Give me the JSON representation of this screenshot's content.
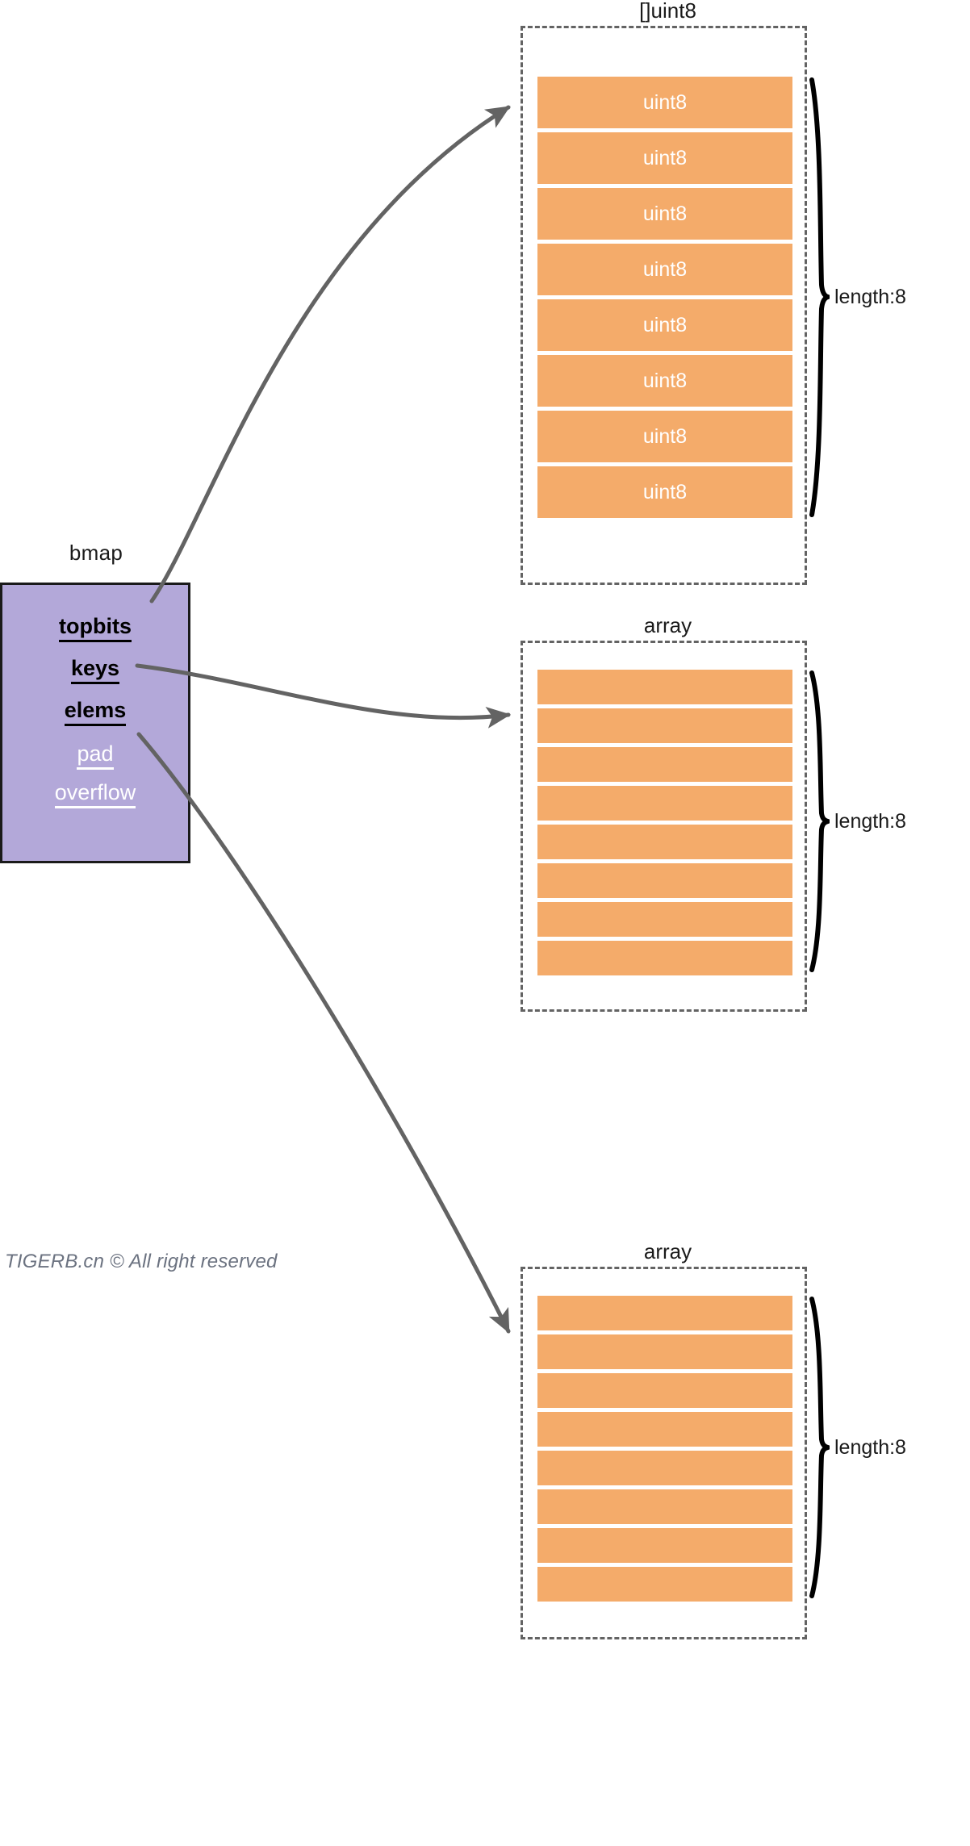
{
  "diagram": {
    "title_semantics": "go-map-bmap-structure",
    "watermark": "TIGERB.cn © All right reserved",
    "colors": {
      "struct_fill": "#b3a8d9",
      "struct_border": "#000000",
      "cell_fill": "#f4ab6a",
      "dashed_border": "#636363",
      "arrow": "#636363",
      "brace": "#000000",
      "watermark_text": "#6b7280"
    }
  },
  "struct": {
    "title": "bmap",
    "fields": [
      {
        "label": "topbits",
        "style": "dark"
      },
      {
        "label": "keys",
        "style": "dark"
      },
      {
        "label": "elems",
        "style": "dark"
      },
      {
        "label": "pad",
        "style": "light"
      },
      {
        "label": "overflow",
        "style": "light"
      }
    ]
  },
  "arrays": [
    {
      "title": "[]uint8",
      "length_label": "length:8",
      "cell_count": 8,
      "cells": [
        "uint8",
        "uint8",
        "uint8",
        "uint8",
        "uint8",
        "uint8",
        "uint8",
        "uint8"
      ],
      "source_field": "topbits"
    },
    {
      "title": "array",
      "length_label": "length:8",
      "cell_count": 8,
      "cells": [
        "",
        "",
        "",
        "",
        "",
        "",
        "",
        ""
      ],
      "source_field": "keys"
    },
    {
      "title": "array",
      "length_label": "length:8",
      "cell_count": 8,
      "cells": [
        "",
        "",
        "",
        "",
        "",
        "",
        "",
        ""
      ],
      "source_field": "elems"
    }
  ],
  "connectors": [
    {
      "from": "topbits",
      "to": "array-0",
      "kind": "curved-arrow"
    },
    {
      "from": "keys",
      "to": "array-1",
      "kind": "curved-arrow"
    },
    {
      "from": "elems",
      "to": "array-2",
      "kind": "curved-arrow"
    }
  ]
}
